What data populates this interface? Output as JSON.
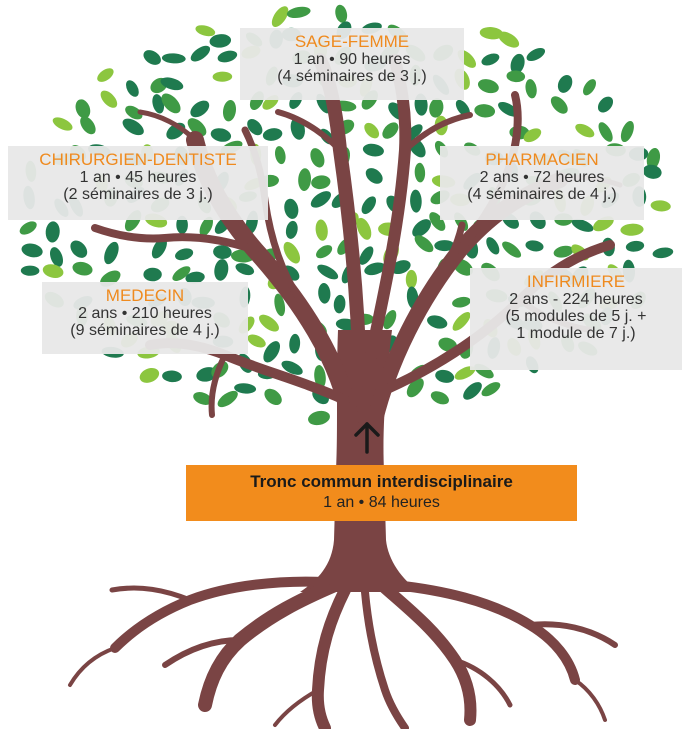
{
  "diagram": {
    "nodes": [
      {
        "id": "sage",
        "title": "SAGE-FEMME",
        "line1": "1 an • 90 heures",
        "line2": "(4 séminaires de 3 j.)"
      },
      {
        "id": "chir",
        "title": "CHIRURGIEN-DENTISTE",
        "line1": "1 an • 45 heures",
        "line2": "(2 séminaires de 3 j.)"
      },
      {
        "id": "pharma",
        "title": "PHARMACIEN",
        "line1": "2 ans • 72 heures",
        "line2": "(4 séminaires de 4 j.)"
      },
      {
        "id": "med",
        "title": "MEDECIN",
        "line1": "2 ans • 210 heures",
        "line2": "(9 séminaires de 4 j.)"
      },
      {
        "id": "inf",
        "title": "INFIRMIERE",
        "line1": "2 ans - 224 heures",
        "line2": "(5 modules de 5 j. +",
        "line3": "1 module de 7 j.)"
      }
    ],
    "trunk": {
      "title": "Tronc commun interdisciplinaire",
      "subtitle": "1 an • 84 heures"
    },
    "colors": {
      "accent": "#f28c1c",
      "title_orange": "#ef8a1e",
      "trunk_brown": "#7a4444",
      "leaf_dark": "#1f7a4f",
      "leaf_mid": "#3f9a45",
      "leaf_light": "#8cc63f",
      "box_bg": "#e8e8e8"
    },
    "icons": [
      "arrow-up-icon"
    ]
  }
}
